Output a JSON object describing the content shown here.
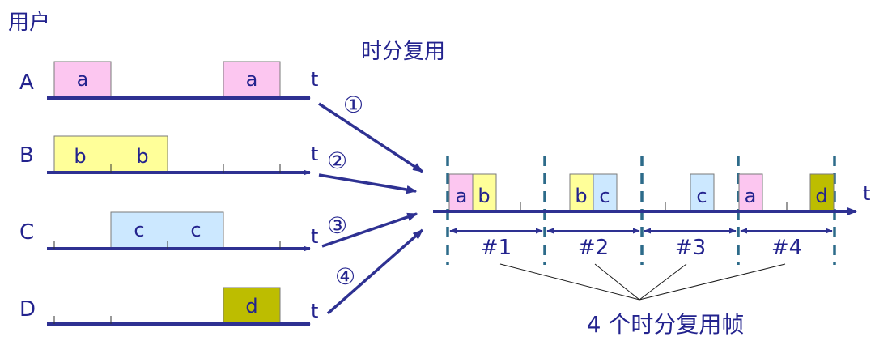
{
  "title": "时分复用",
  "users_heading": "用户",
  "time_symbol": "t",
  "users": [
    {
      "name": "A",
      "channel": "①",
      "blocks": [
        "a",
        "a"
      ]
    },
    {
      "name": "B",
      "channel": "②",
      "blocks": [
        "b",
        "b"
      ]
    },
    {
      "name": "C",
      "channel": "③",
      "blocks": [
        "c",
        "c"
      ]
    },
    {
      "name": "D",
      "channel": "④",
      "blocks": [
        "d"
      ]
    }
  ],
  "mux_slots": [
    "a",
    "b",
    "b",
    "c",
    "c",
    "a",
    "d"
  ],
  "frames": [
    "#1",
    "#2",
    "#3",
    "#4"
  ],
  "frames_caption": "4 个时分复用帧",
  "colors": {
    "line": "#2e3192",
    "text": "#23238e",
    "dash": "#2d6b8a",
    "a": "#fcc6f0",
    "b": "#ffff99",
    "c": "#cce8ff",
    "d": "#bdbd00"
  }
}
